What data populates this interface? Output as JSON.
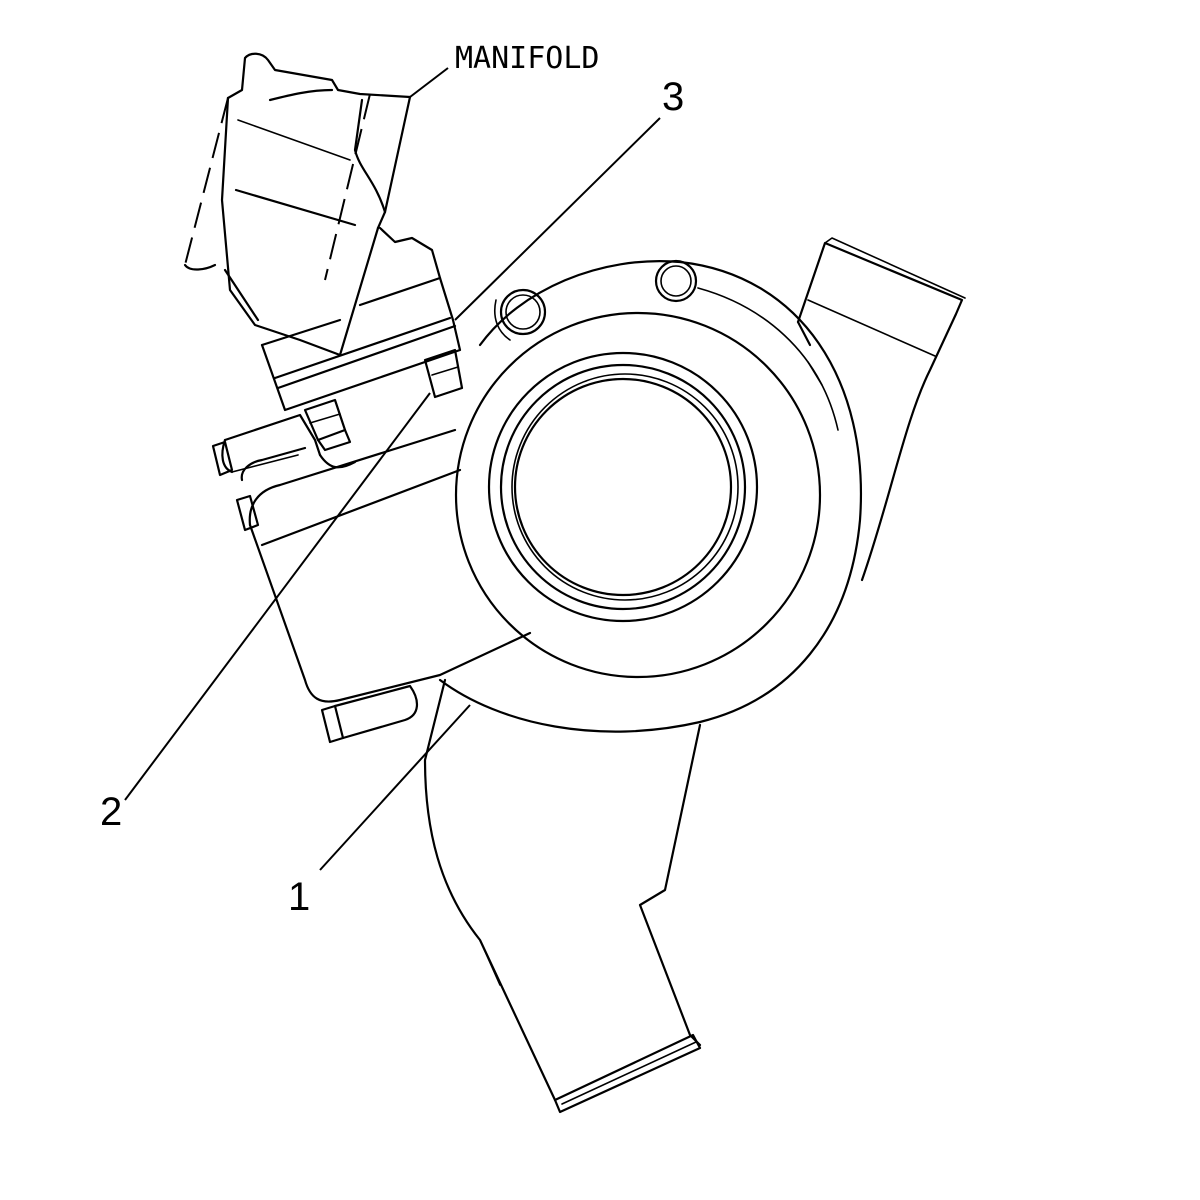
{
  "labels": {
    "manifold": "MANIFOLD",
    "callout_1": "1",
    "callout_2": "2",
    "callout_3": "3"
  }
}
